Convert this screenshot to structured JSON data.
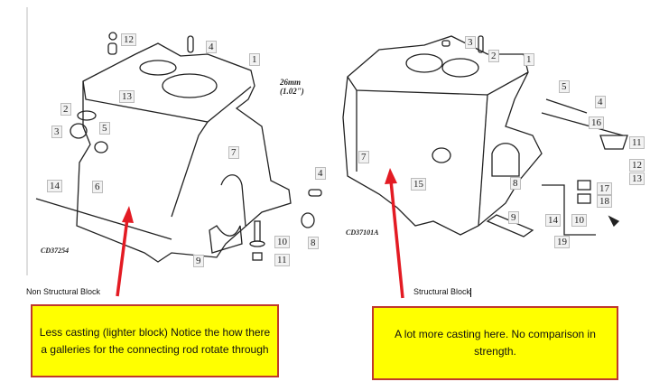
{
  "left_diagram": {
    "code": "CD37254",
    "dimension": [
      "26mm",
      "(1.02\")"
    ],
    "callouts": [
      "12",
      "4",
      "1",
      "13",
      "2",
      "3",
      "5",
      "7",
      "14",
      "6",
      "4",
      "10",
      "8",
      "9",
      "11"
    ],
    "caption": "Non Structural Block",
    "note": "Less casting (lighter block) Notice the how there a galleries for the connecting rod rotate through"
  },
  "right_diagram": {
    "code": "CD37101A",
    "callouts": [
      "3",
      "2",
      "1",
      "5",
      "4",
      "16",
      "11",
      "12",
      "7",
      "13",
      "15",
      "17",
      "18",
      "8",
      "14",
      "10",
      "9",
      "19"
    ],
    "caption": "Structural Block",
    "note": "A lot more casting here. No comparison in strength."
  },
  "colors": {
    "arrow": "#e31b23",
    "note_bg": "#ffff00",
    "note_border": "#c0392b"
  }
}
